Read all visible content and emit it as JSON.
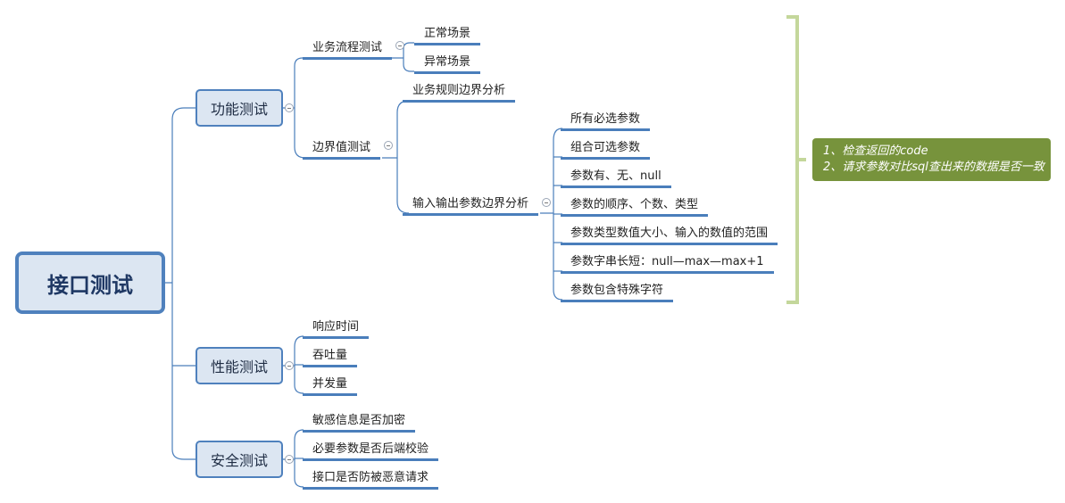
{
  "mindmap": {
    "root": "接口测试",
    "branches": {
      "functional": {
        "label": "功能测试",
        "business_flow": {
          "label": "业务流程测试",
          "items": [
            "正常场景",
            "异常场景"
          ]
        },
        "boundary": {
          "label": "边界值测试",
          "business_rule": "业务规则边界分析",
          "io_params": {
            "label": "输入输出参数边界分析",
            "items": [
              "所有必选参数",
              "组合可选参数",
              "参数有、无、null",
              "参数的顺序、个数、类型",
              "参数类型数值大小、输入的数值的范围",
              "参数字串长短：null—max—max+1",
              "参数包含特殊字符"
            ]
          }
        }
      },
      "performance": {
        "label": "性能测试",
        "items": [
          "响应时间",
          "吞吐量",
          "并发量"
        ]
      },
      "security": {
        "label": "安全测试",
        "items": [
          "敏感信息是否加密",
          "必要参数是否后端校验",
          "接口是否防被恶意请求"
        ]
      }
    },
    "note": {
      "lines": [
        "1、检查返回的code",
        "2、请求参数对比sql查出来的数据是否一致"
      ]
    }
  },
  "colors": {
    "line": "#4a7ebb",
    "node_fill": "#dce6f2",
    "node_border": "#4f81bd",
    "bracket": "#c4d79b",
    "note_fill": "#77933c"
  }
}
